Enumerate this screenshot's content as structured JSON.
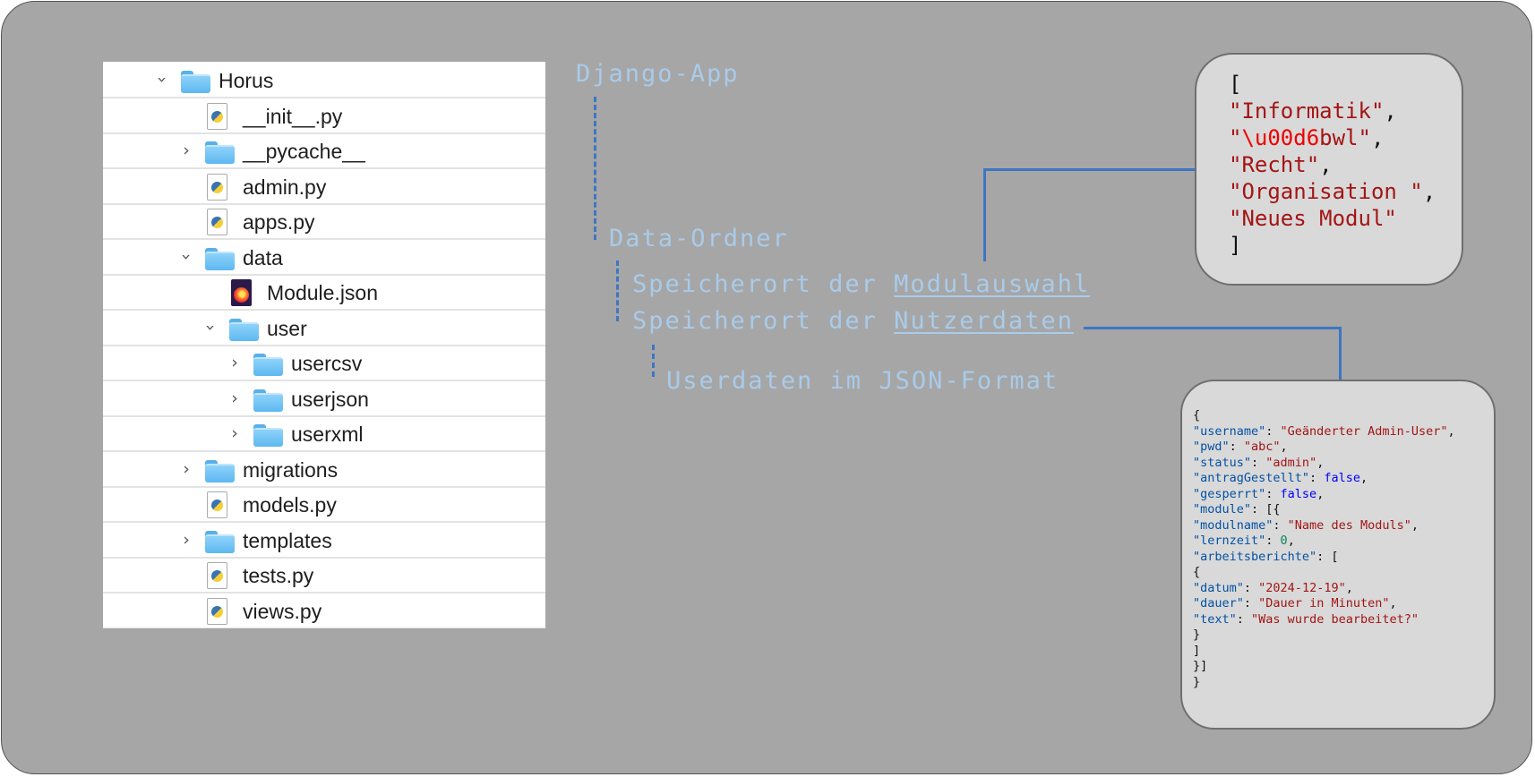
{
  "tree": {
    "items": [
      {
        "name": "Horus",
        "kind": "folder",
        "depth": 0,
        "state": "expanded"
      },
      {
        "name": "__init__.py",
        "kind": "py",
        "depth": 1,
        "state": "none"
      },
      {
        "name": "__pycache__",
        "kind": "folder",
        "depth": 1,
        "state": "collapsed"
      },
      {
        "name": "admin.py",
        "kind": "py",
        "depth": 1,
        "state": "none"
      },
      {
        "name": "apps.py",
        "kind": "py",
        "depth": 1,
        "state": "none"
      },
      {
        "name": "data",
        "kind": "folder",
        "depth": 1,
        "state": "expanded"
      },
      {
        "name": "Module.json",
        "kind": "json",
        "depth": 2,
        "state": "none"
      },
      {
        "name": "user",
        "kind": "folder",
        "depth": 2,
        "state": "expanded"
      },
      {
        "name": "usercsv",
        "kind": "folder",
        "depth": 3,
        "state": "collapsed"
      },
      {
        "name": "userjson",
        "kind": "folder",
        "depth": 3,
        "state": "collapsed"
      },
      {
        "name": "userxml",
        "kind": "folder",
        "depth": 3,
        "state": "collapsed"
      },
      {
        "name": "migrations",
        "kind": "folder",
        "depth": 1,
        "state": "collapsed"
      },
      {
        "name": "models.py",
        "kind": "py",
        "depth": 1,
        "state": "none"
      },
      {
        "name": "templates",
        "kind": "folder",
        "depth": 1,
        "state": "collapsed"
      },
      {
        "name": "tests.py",
        "kind": "py",
        "depth": 1,
        "state": "none"
      },
      {
        "name": "views.py",
        "kind": "py",
        "depth": 1,
        "state": "none"
      }
    ]
  },
  "labels": {
    "django_app": "Django-App",
    "data_ordner": "Data-Ordner",
    "speicherort_prefix": "Speicherort der ",
    "modulauswahl": "Modulauswahl",
    "nutzerdaten": "Nutzerdaten",
    "userdaten": "Userdaten im JSON-Format"
  },
  "module_json": {
    "open": "[",
    "entries": [
      {
        "before": "\"Informatik\"",
        "escape": "",
        "after": "",
        "suffix": ","
      },
      {
        "before": "\"",
        "escape": "\\u00d6",
        "after": "bwl\"",
        "suffix": ","
      },
      {
        "before": "\"Recht\"",
        "escape": "",
        "after": "",
        "suffix": ","
      },
      {
        "before": "\"Organisation \"",
        "escape": "",
        "after": "",
        "suffix": ","
      },
      {
        "before": "\"Neues Modul\"",
        "escape": "",
        "after": "",
        "suffix": ""
      }
    ],
    "close": "]"
  },
  "user_json": {
    "lines": [
      [
        {
          "t": "{",
          "c": ""
        }
      ],
      [
        {
          "t": "\"username\"",
          "c": "k"
        },
        {
          "t": ": ",
          "c": ""
        },
        {
          "t": "\"Geänderter Admin-User\"",
          "c": "s"
        },
        {
          "t": ",",
          "c": ""
        }
      ],
      [
        {
          "t": "\"pwd\"",
          "c": "k"
        },
        {
          "t": ": ",
          "c": ""
        },
        {
          "t": "\"abc\"",
          "c": "s"
        },
        {
          "t": ",",
          "c": ""
        }
      ],
      [
        {
          "t": "\"status\"",
          "c": "k"
        },
        {
          "t": ": ",
          "c": ""
        },
        {
          "t": "\"admin\"",
          "c": "s"
        },
        {
          "t": ",",
          "c": ""
        }
      ],
      [
        {
          "t": "\"antragGestellt\"",
          "c": "k"
        },
        {
          "t": ": ",
          "c": ""
        },
        {
          "t": "false",
          "c": "b"
        },
        {
          "t": ",",
          "c": ""
        }
      ],
      [
        {
          "t": "\"gesperrt\"",
          "c": "k"
        },
        {
          "t": ": ",
          "c": ""
        },
        {
          "t": "false",
          "c": "b"
        },
        {
          "t": ",",
          "c": ""
        }
      ],
      [
        {
          "t": "\"module\"",
          "c": "k"
        },
        {
          "t": ": [{",
          "c": ""
        }
      ],
      [
        {
          "t": "\"modulname\"",
          "c": "k"
        },
        {
          "t": ": ",
          "c": ""
        },
        {
          "t": "\"Name des Moduls\"",
          "c": "s"
        },
        {
          "t": ",",
          "c": ""
        }
      ],
      [
        {
          "t": "\"lernzeit\"",
          "c": "k"
        },
        {
          "t": ": ",
          "c": ""
        },
        {
          "t": "0",
          "c": "n"
        },
        {
          "t": ",",
          "c": ""
        }
      ],
      [
        {
          "t": "\"arbeitsberichte\"",
          "c": "k"
        },
        {
          "t": ": [",
          "c": ""
        }
      ],
      [
        {
          "t": "{",
          "c": ""
        }
      ],
      [
        {
          "t": "\"datum\"",
          "c": "k"
        },
        {
          "t": ": ",
          "c": ""
        },
        {
          "t": "\"2024-12-19\"",
          "c": "s"
        },
        {
          "t": ",",
          "c": ""
        }
      ],
      [
        {
          "t": "\"dauer\"",
          "c": "k"
        },
        {
          "t": ": ",
          "c": ""
        },
        {
          "t": "\"Dauer in Minuten\"",
          "c": "s"
        },
        {
          "t": ",",
          "c": ""
        }
      ],
      [
        {
          "t": "\"text\"",
          "c": "k"
        },
        {
          "t": ": ",
          "c": ""
        },
        {
          "t": "\"Was wurde bearbeitet?\"",
          "c": "s"
        }
      ],
      [
        {
          "t": "}",
          "c": ""
        }
      ],
      [
        {
          "t": "]",
          "c": ""
        }
      ],
      [
        {
          "t": "}]",
          "c": ""
        }
      ],
      [
        {
          "t": "}",
          "c": ""
        }
      ]
    ]
  }
}
